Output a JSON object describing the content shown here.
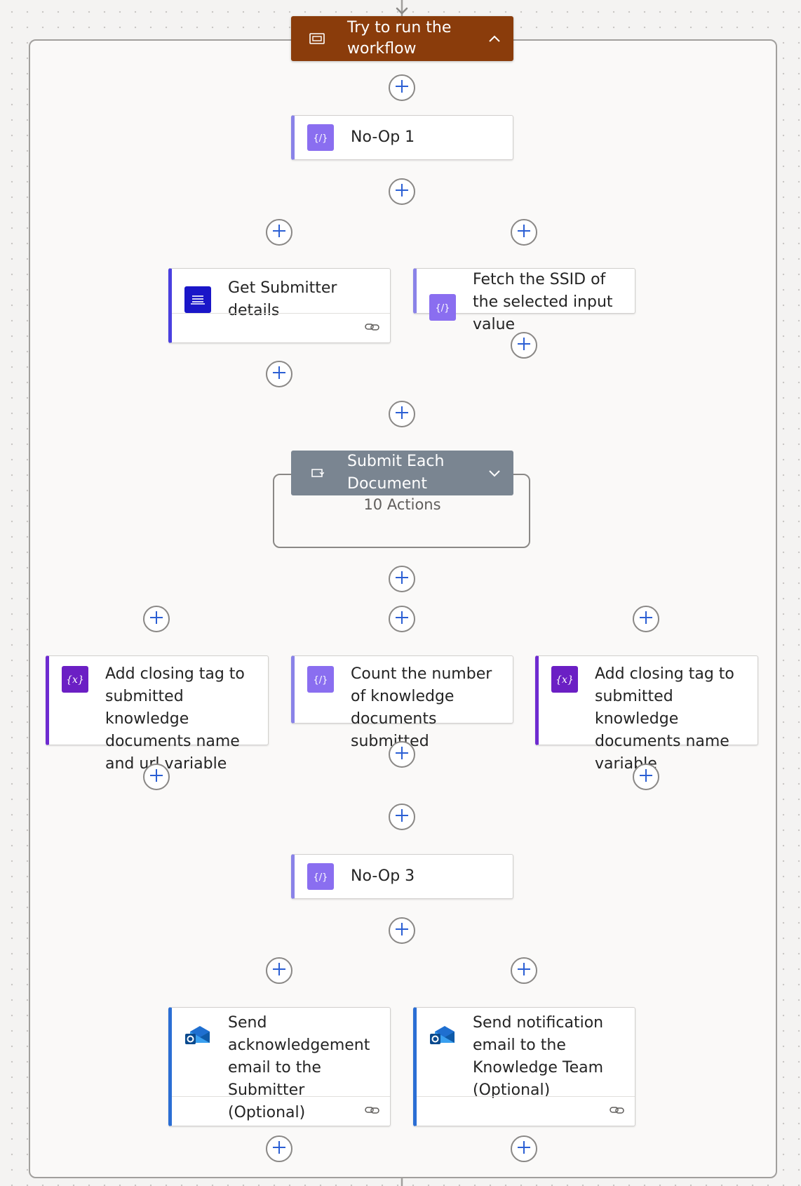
{
  "scope": {
    "title": "Try to run the workflow"
  },
  "actions": {
    "noop1": "No-Op 1",
    "get_submitter": "Get Submitter details",
    "fetch_ssid": "Fetch the SSID of the selected input value",
    "add_closing_name_url": "Add closing tag to submitted knowledge documents name and url variable",
    "count_docs": "Count the number of knowledge documents submitted",
    "add_closing_name": "Add closing tag to submitted knowledge documents name variable",
    "noop3": "No-Op 3",
    "send_ack": "Send acknowledgement email to the Submitter (Optional)",
    "send_notify": "Send notification email to the Knowledge Team (Optional)"
  },
  "loop": {
    "title": "Submit Each Document",
    "subtitle": "10 Actions"
  },
  "icons": {
    "scope": "scope-icon",
    "noop": "compose-icon",
    "variable": "variable-icon",
    "sharepoint": "list-icon",
    "outlook": "outlook-icon",
    "loop": "loop-icon",
    "link": "link-icon",
    "chevron_up": "chevron-up-icon",
    "chevron_down": "chevron-down-icon",
    "plus": "plus-icon"
  },
  "colors": {
    "scope_header": "#8a3c0b",
    "loop_header": "#7a8591",
    "compose_accent": "#8a83e8",
    "variable_accent": "#6e2bd0",
    "outlook_accent": "#2b6ed4",
    "sharepoint_accent": "#4a3fe0",
    "plus_icon": "#2b5fd4",
    "connector": "#a19f9d"
  }
}
